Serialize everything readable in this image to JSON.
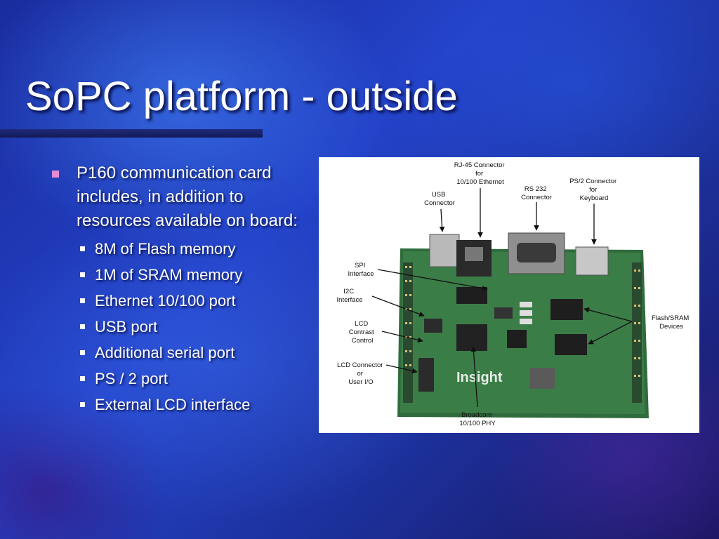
{
  "slide": {
    "title": "SoPC platform - outside",
    "main_bullet": "P160 communication card includes, in addition to resources available on board:",
    "sub_bullets": [
      "8M of Flash memory",
      "1M of SRAM memory",
      "Ethernet 10/100 port",
      "USB port",
      "Additional serial port",
      "PS / 2 port",
      "External LCD interface"
    ]
  },
  "figure": {
    "labels": {
      "rj45": [
        "RJ-45 Connector",
        "for",
        "10/100 Ethernet"
      ],
      "usb": [
        "USB",
        "Connector"
      ],
      "rs232": [
        "RS 232",
        "Connector"
      ],
      "ps2": [
        "PS/2 Connector",
        "for",
        "Keyboard"
      ],
      "spi": [
        "SPI",
        "Interface"
      ],
      "i2c": [
        "I2C",
        "Interface"
      ],
      "lcd_contrast": [
        "LCD",
        "Contrast",
        "Control"
      ],
      "lcd_connector": [
        "LCD Connector",
        "or",
        "User I/O"
      ],
      "flash_sram": [
        "Flash/SRAM",
        "Devices"
      ],
      "broadcom": [
        "Broadcom",
        "10/100 PHY"
      ],
      "board_logo": "Insight"
    }
  }
}
